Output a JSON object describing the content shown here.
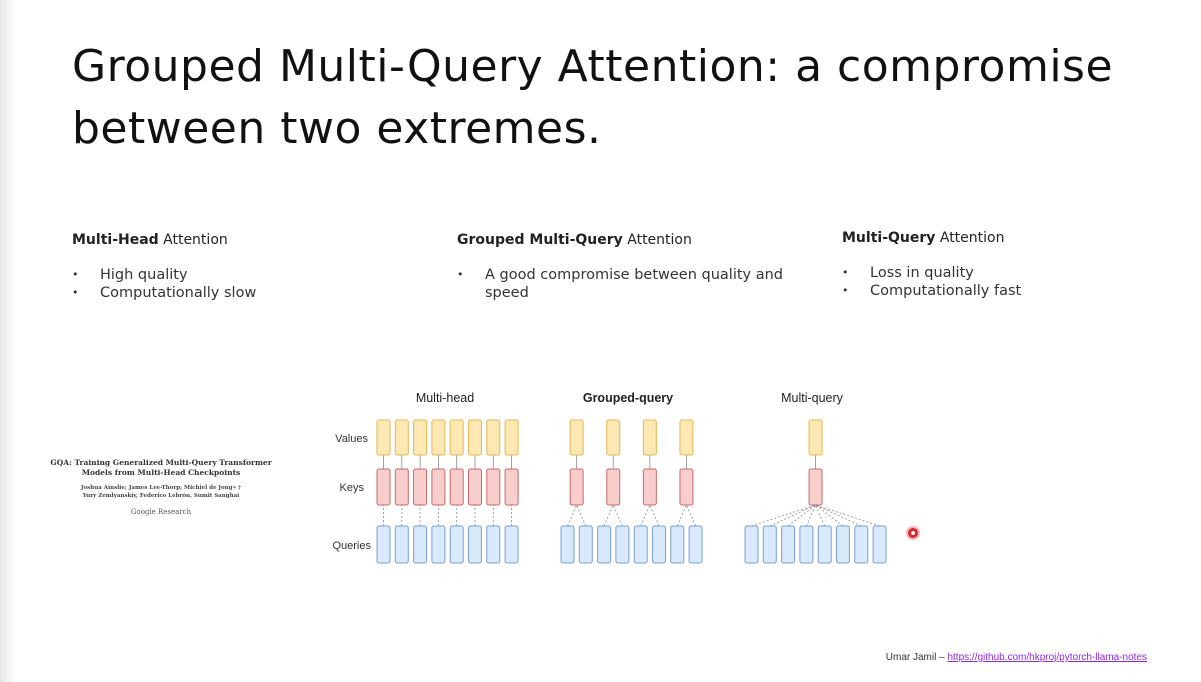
{
  "slide": {
    "title": "Grouped Multi-Query Attention: a compromise between two extremes."
  },
  "columns": [
    {
      "bold": "Multi-Head",
      "rest": " Attention",
      "bullets": [
        "High quality",
        "Computationally slow"
      ]
    },
    {
      "bold": "Grouped Multi-Query",
      "rest": " Attention",
      "bullets": [
        "A good compromise between quality and speed"
      ]
    },
    {
      "bold": "Multi-Query",
      "rest": " Attention",
      "bullets": [
        "Loss in quality",
        "Computationally fast"
      ]
    }
  ],
  "paper": {
    "title": "GQA: Training Generalized Multi-Query Transformer Models from Multi-Head Checkpoints",
    "authors_line1": "Joshua Ainslie; James Lee-Thorp; Michiel de Jong∗ †",
    "authors_line2": "Yury Zemlyanskiy, Federico Lebrón, Sumit Sanghai",
    "institution": "Google Research"
  },
  "diagram": {
    "row_labels": {
      "values": "Values",
      "keys": "Keys",
      "queries": "Queries"
    },
    "panels": [
      {
        "label": "Multi-head",
        "bold": false,
        "queries": 8,
        "keys": 8,
        "values": 8
      },
      {
        "label": "Grouped-query",
        "bold": true,
        "queries": 8,
        "keys": 4,
        "values": 4
      },
      {
        "label": "Multi-query",
        "bold": false,
        "queries": 8,
        "keys": 1,
        "values": 1
      }
    ],
    "colors": {
      "values_fill": "#fce8b2",
      "values_stroke": "#e6b655",
      "keys_fill": "#f8cecc",
      "keys_stroke": "#c96a66",
      "queries_fill": "#dae8fc",
      "queries_stroke": "#7a9fd1",
      "line": "#888888"
    }
  },
  "footer": {
    "author": "Umar Jamil – ",
    "link": "https://github.com/hkproj/pytorch-llama-notes"
  }
}
